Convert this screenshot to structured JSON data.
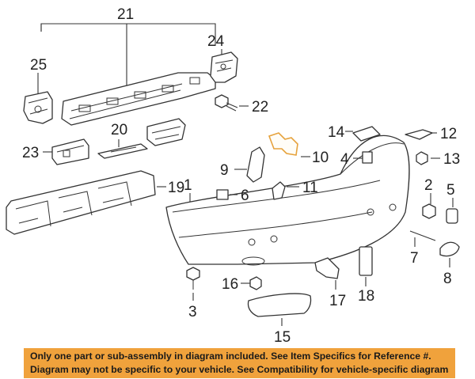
{
  "callouts": [
    "21",
    "24",
    "25",
    "22",
    "20",
    "23",
    "19",
    "1",
    "14",
    "12",
    "10",
    "4",
    "13",
    "9",
    "6",
    "11",
    "2",
    "5",
    "7",
    "8",
    "16",
    "17",
    "18",
    "3",
    "15"
  ],
  "footer": {
    "line1": "Only one part or sub-assembly in diagram included. See Item Specifics for Reference #.",
    "line2": "Diagram may not be specific to your vehicle. See Compatibility for vehicle-specific diagrams."
  },
  "colors": {
    "highlight": "#e6a23c",
    "banner": "#f0a23c",
    "line": "#333333"
  }
}
